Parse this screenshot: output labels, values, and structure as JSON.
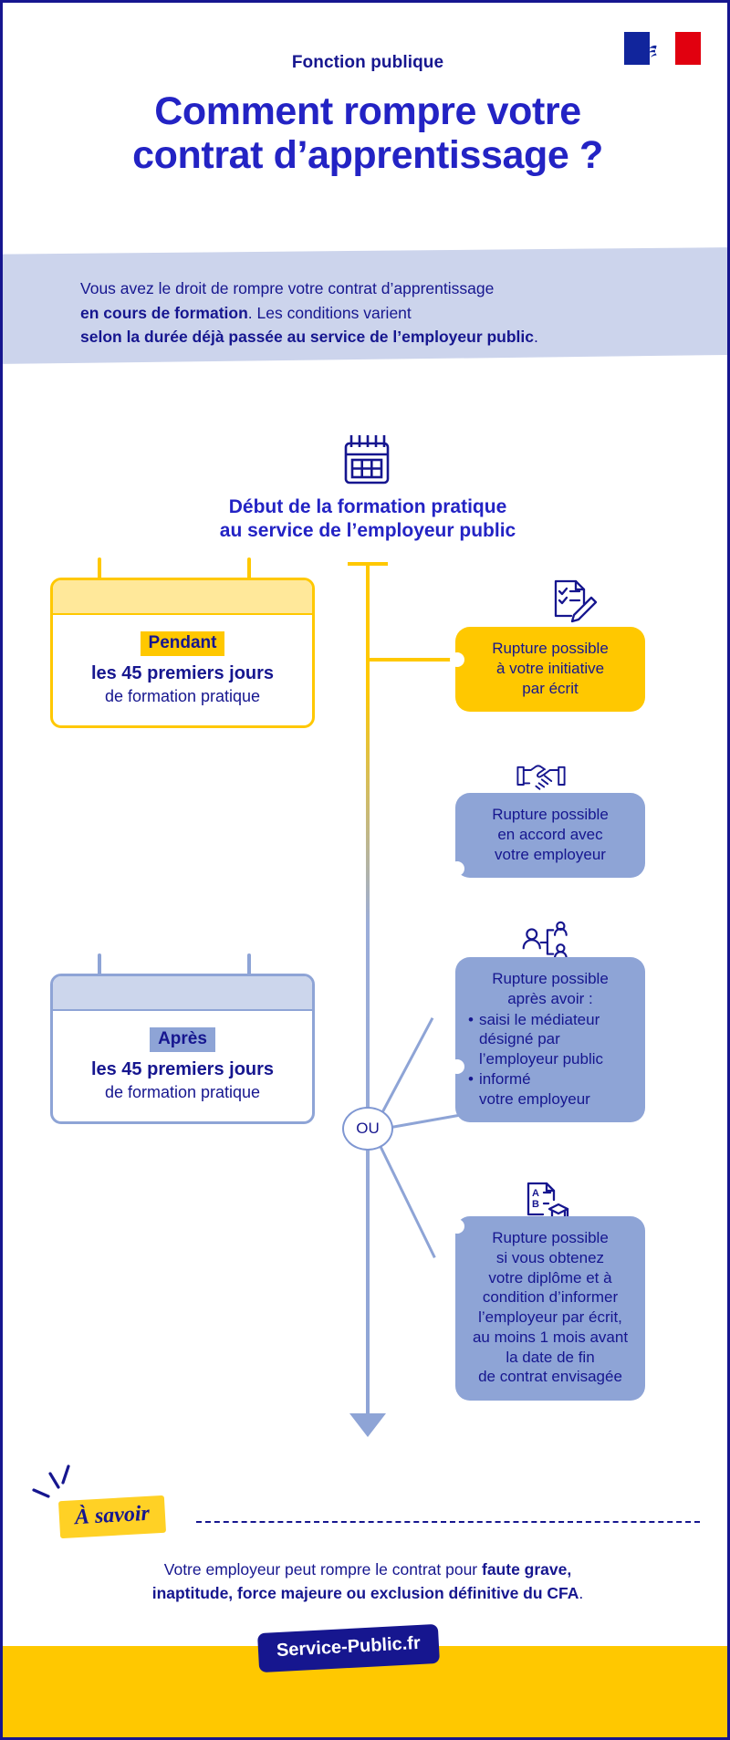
{
  "colors": {
    "brand_blue": "#16168f",
    "headline_blue": "#2323c4",
    "accent_yellow": "#ffc800",
    "soft_blue": "#8ea4d6",
    "banner_blue": "#ccd4ec",
    "flag_blue": "#11259c",
    "flag_red": "#e1000f"
  },
  "header": {
    "flag_icon": "french-republic-marianne-flag",
    "eyebrow": "Fonction publique",
    "title_line1": "Comment rompre votre",
    "title_line2": "contrat d’apprentissage ?"
  },
  "intro": {
    "line1_pre": "Vous avez le droit de rompre votre contrat d’apprentissage",
    "line2_bold": "en cours de formation",
    "line2_rest": ". Les conditions varient",
    "line3_bold": "selon la durée déjà passée au service de l’employeur public",
    "line3_rest": "."
  },
  "timeline": {
    "calendar_icon": "calendar-icon",
    "start_line1": "Début de la formation pratique",
    "start_line2": "au service de l’employeur public",
    "or_node_label": "OU"
  },
  "cards": [
    {
      "id": "pendant",
      "chip": "Pendant",
      "line1": "les 45 premiers jours",
      "line2": "de formation pratique"
    },
    {
      "id": "apres",
      "chip": "Après",
      "line1": "les 45 premiers jours",
      "line2": "de formation pratique"
    }
  ],
  "bubbles": [
    {
      "id": "initiative",
      "icon": "document-checklist-pen-icon",
      "lines": [
        "Rupture possible",
        "à votre initiative",
        "par écrit"
      ]
    },
    {
      "id": "accord",
      "icon": "handshake-icon",
      "lines": [
        "Rupture possible",
        "en accord avec",
        "votre employeur"
      ]
    },
    {
      "id": "mediateur",
      "icon": "mediator-people-icon",
      "lines": [
        "Rupture possible",
        "après avoir :"
      ],
      "bullets": [
        [
          "saisi le médiateur",
          "désigné par",
          "l’employeur public"
        ],
        [
          "informé",
          "votre employeur"
        ]
      ]
    },
    {
      "id": "diplome",
      "icon": "diploma-graduation-icon",
      "lines": [
        "Rupture possible",
        "si vous obtenez",
        "votre diplôme et à",
        "condition d’informer",
        "l’employeur par écrit,",
        "au moins 1 mois avant",
        "la date de fin",
        "de contrat envisagée"
      ]
    }
  ],
  "note": {
    "badge": "À savoir",
    "line1_pre": "Votre employeur peut rompre le contrat pour ",
    "line1_bold": "faute grave,",
    "line2_bold": "inaptitude, force majeure ou exclusion définitive du CFA",
    "line2_rest": "."
  },
  "footer": {
    "badge": "Service-Public.fr"
  }
}
